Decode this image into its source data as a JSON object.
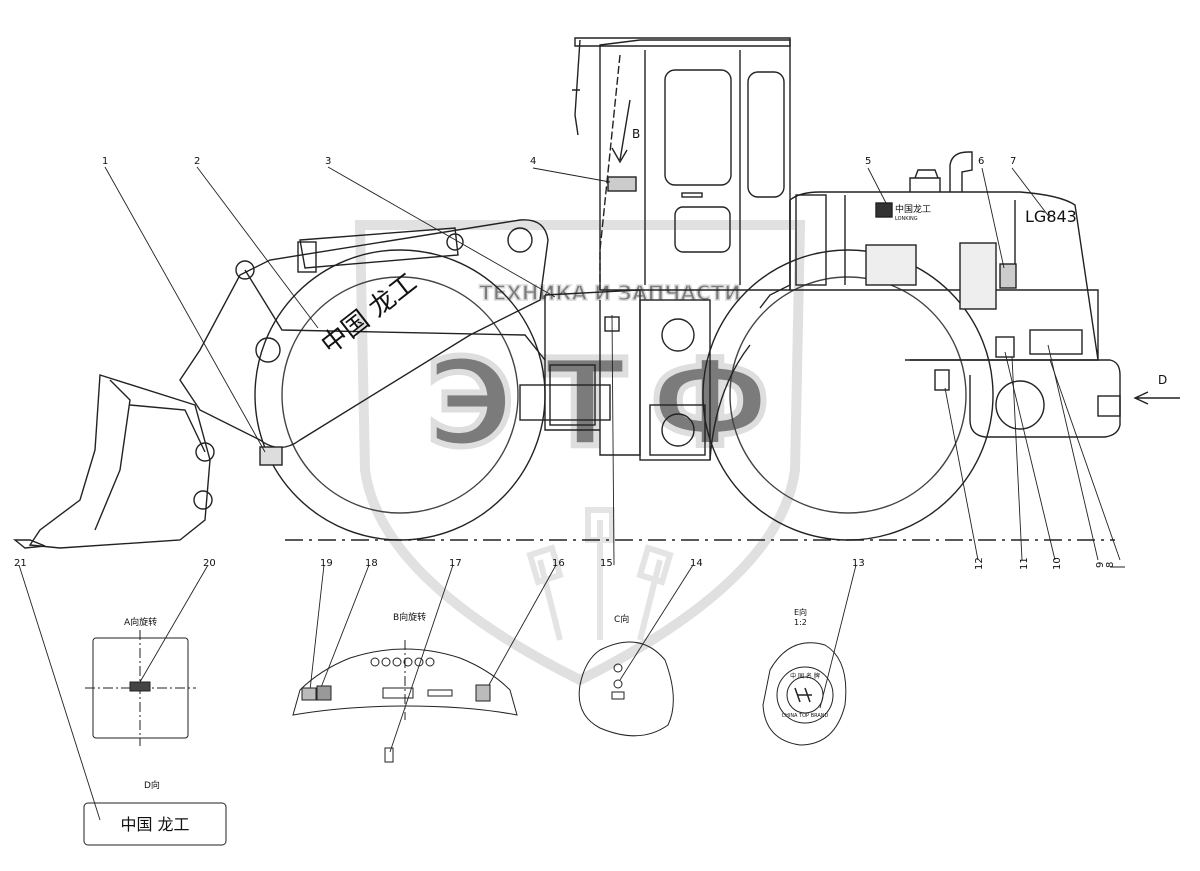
{
  "callouts": [
    "1",
    "2",
    "3",
    "4",
    "5",
    "6",
    "7",
    "8",
    "9",
    "10",
    "11",
    "12",
    "13",
    "14",
    "15",
    "16",
    "17",
    "18",
    "19",
    "20",
    "21"
  ],
  "model_label": "LG843",
  "boom_text": "中国 龙工",
  "brand_decal_text": "中国龙工",
  "brand_decal_subtext": "LONKING",
  "view_arrow_b": "B",
  "view_arrow_d": "D",
  "view_a_title": "A向旋转",
  "view_b_title": "B向旋转",
  "view_c_title": "C向",
  "view_e_title": "E向",
  "view_e_scale": "1:2",
  "view_d_title": "D向",
  "view_d_plate_text": "中国 龙工",
  "emblem_top_text": "中 国 名 牌",
  "emblem_bottom_text": "CHINA TOP BRAND",
  "watermark_letters": [
    "Э",
    "Т",
    "Ф"
  ],
  "watermark_text": "ТЕХНИКА И ЗАПЧАСТИ"
}
